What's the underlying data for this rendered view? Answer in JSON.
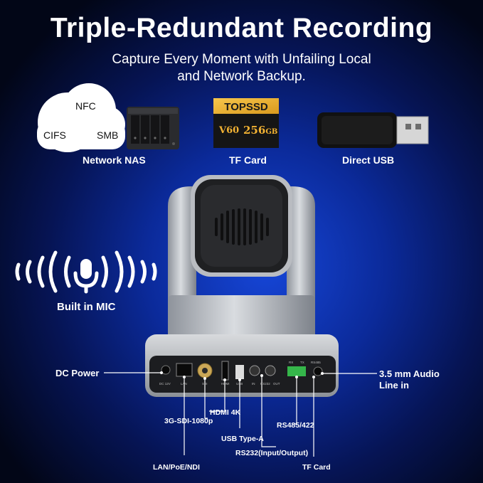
{
  "header": {
    "title": "Triple-Redundant Recording",
    "subtitle_line1": "Capture Every Moment with Unfailing Local",
    "subtitle_line2": "and Network Backup."
  },
  "cloud": {
    "nfc": "NFC",
    "cifs": "CIFS",
    "smb": "SMB"
  },
  "tf_card": {
    "brand": "TOPSSD",
    "speed": "V60",
    "capacity": "256",
    "unit": "GB"
  },
  "storage_labels": {
    "nas": "Network NAS",
    "tf": "TF Card",
    "usb": "Direct USB"
  },
  "mic_label": "Built in MIC",
  "ports": {
    "dc_power": "DC Power",
    "audio_line1": "3.5 mm Audio",
    "audio_line2": "Line in",
    "hdmi": "HDMI 4K",
    "sdi": "3G-SDI-1080p",
    "rs485": "RS485/422",
    "usb_a": "USB Type-A",
    "rs232": "RS232(Input/Output)",
    "lan": "LAN/PoE/NDI",
    "tf": "TF Card"
  },
  "panel_marks": {
    "dc": "DC 12V",
    "lan": "LAN",
    "sdi": "SDI",
    "hdmi": "HDMI",
    "usb": "USB",
    "in": "IN",
    "rs232": "RS232",
    "out": "OUT",
    "rx": "RX",
    "tx": "TX",
    "rs485": "RS485"
  },
  "colors": {
    "accent_gold": "#f2b233",
    "background": "#0b2a9a"
  }
}
